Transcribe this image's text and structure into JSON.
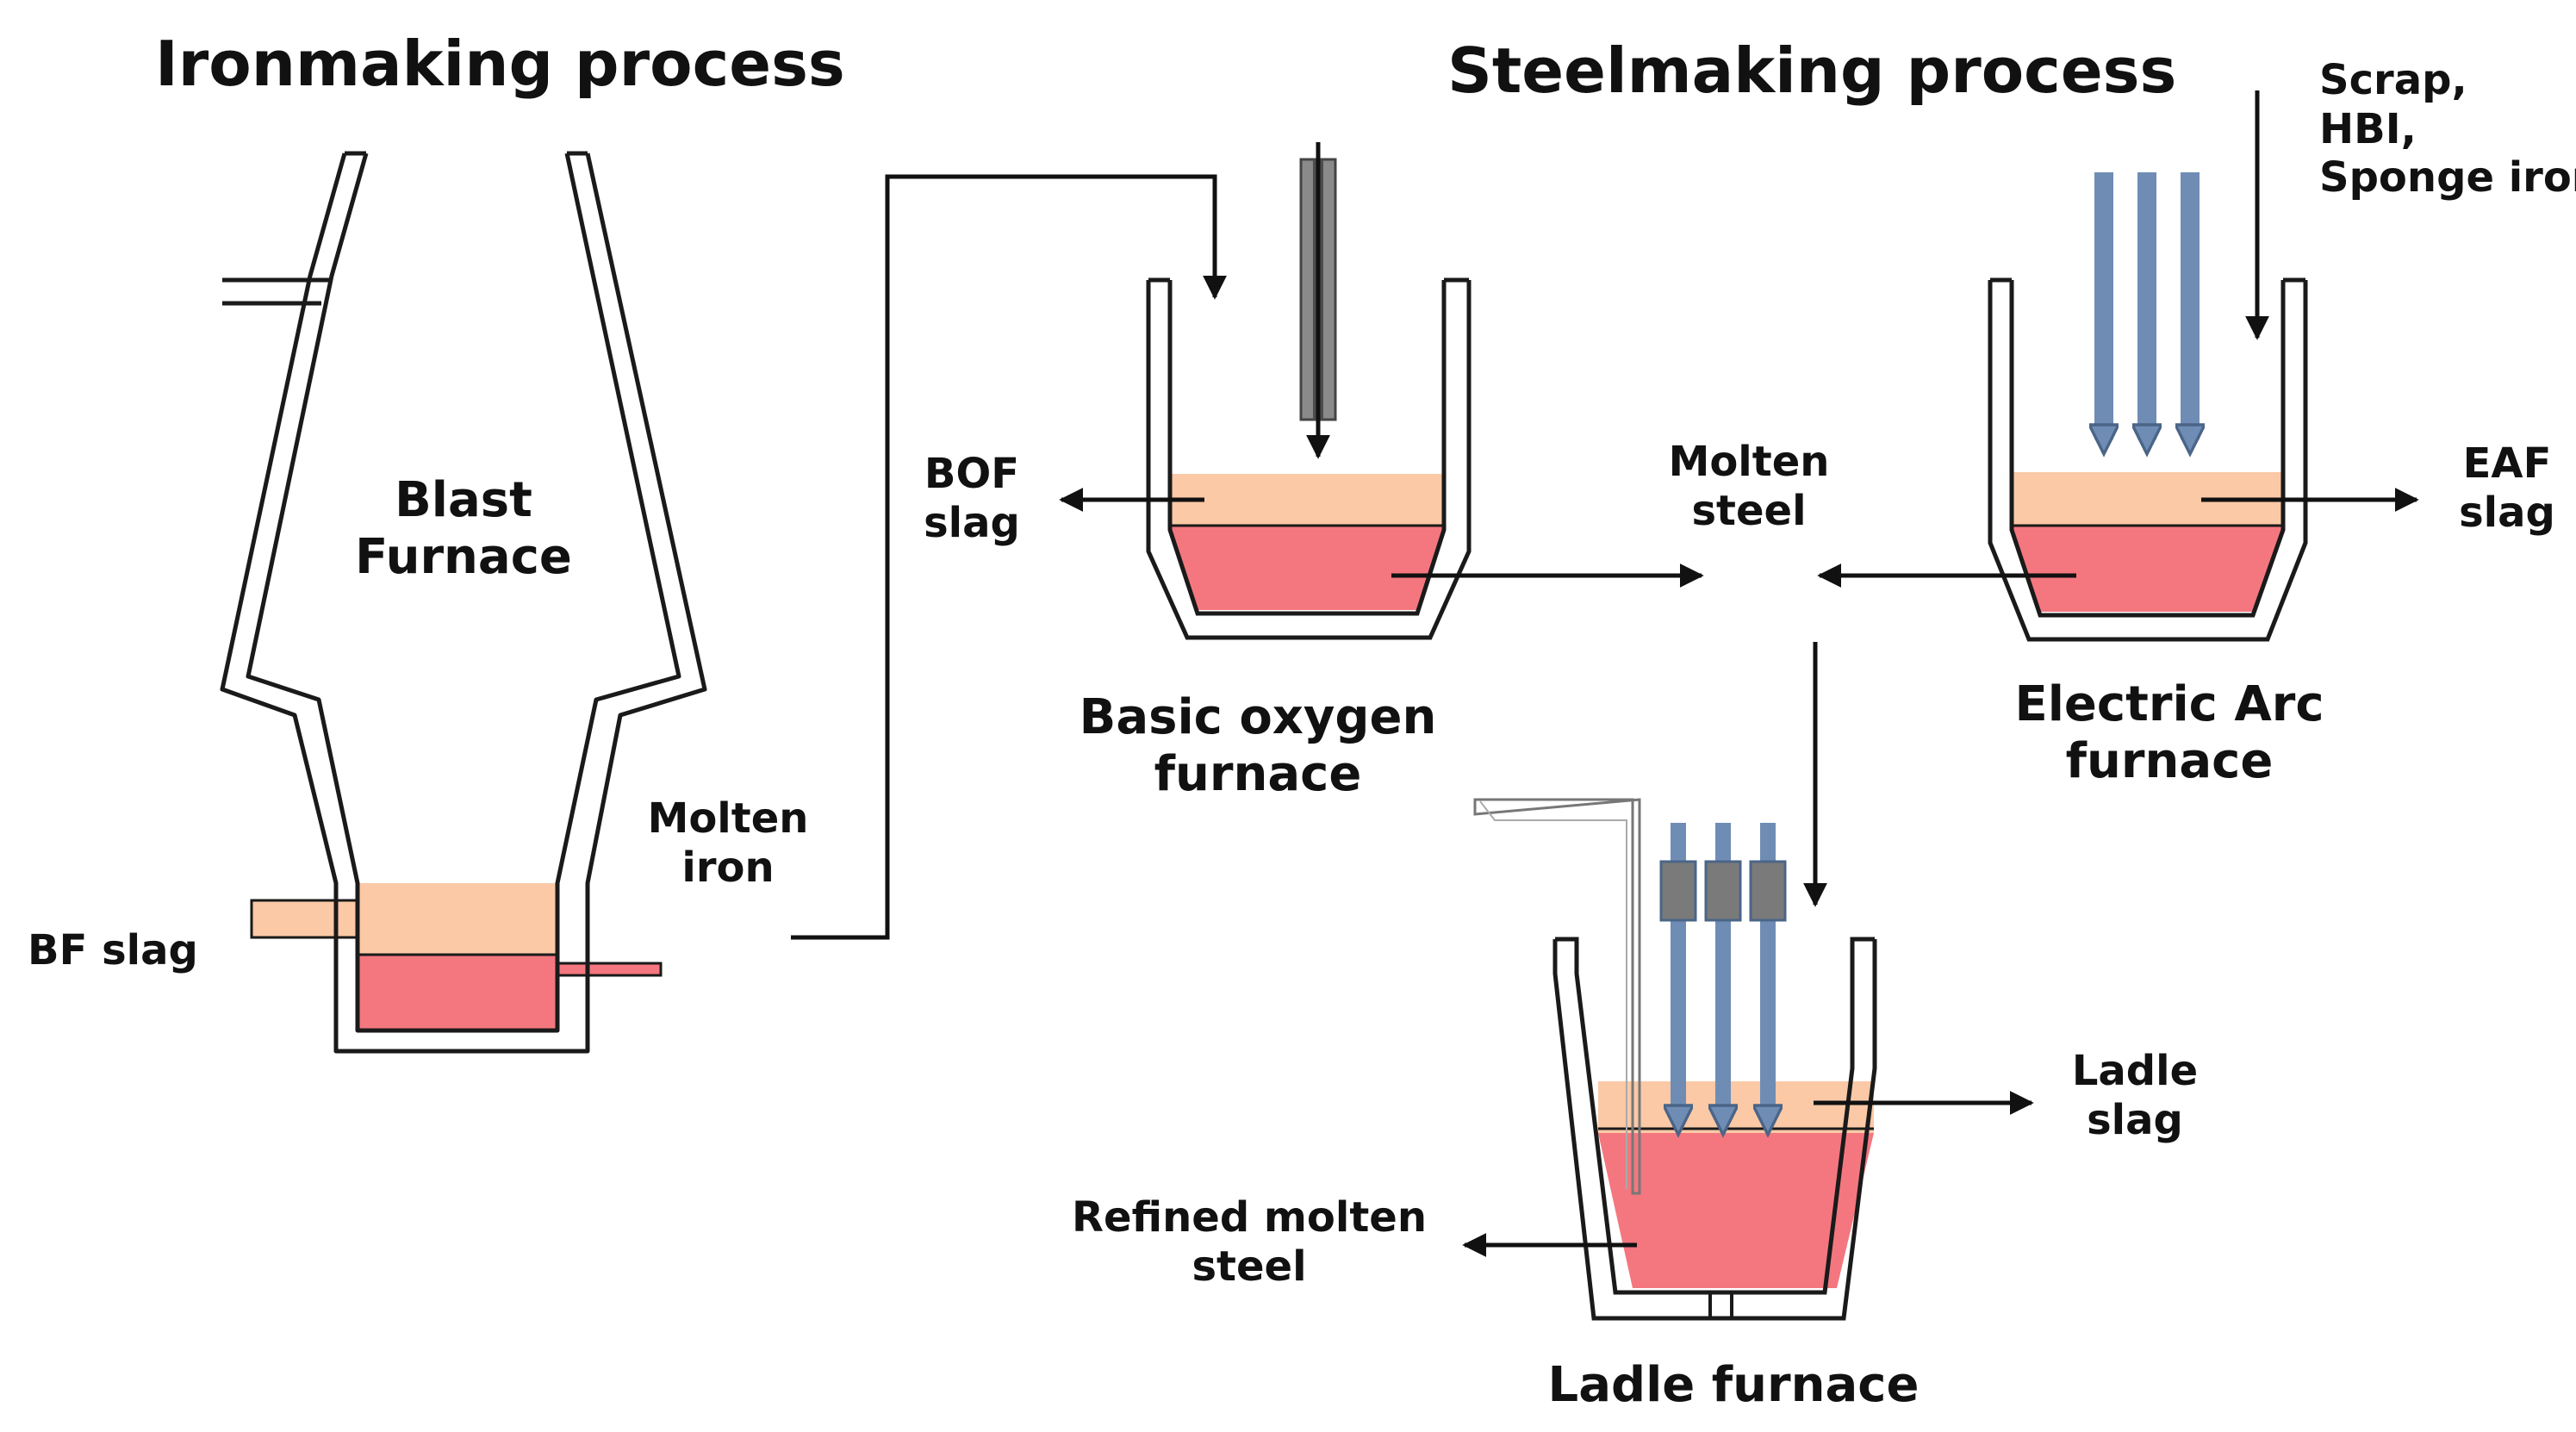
{
  "titles": {
    "ironmaking": "Ironmaking process",
    "steelmaking": "Steelmaking process"
  },
  "labels": {
    "blast_furnace": [
      "Blast",
      "Furnace"
    ],
    "bf_slag": "BF slag",
    "molten_iron": [
      "Molten",
      "iron"
    ],
    "bof_slag": [
      "BOF",
      "slag"
    ],
    "basic_oxygen_furnace": [
      "Basic oxygen",
      "furnace"
    ],
    "molten_steel": [
      "Molten",
      "steel"
    ],
    "electric_arc_furnace": [
      "Electric Arc",
      "furnace"
    ],
    "eaf_slag": [
      "EAF",
      "slag"
    ],
    "eaf_inputs": [
      "Scrap,",
      "HBI,",
      "Sponge iron"
    ],
    "ladle_slag": [
      "Ladle",
      "slag"
    ],
    "refined_molten_steel": [
      "Refined molten",
      "steel"
    ],
    "ladle_furnace": "Ladle furnace"
  },
  "colors": {
    "slag": "#fbc9a6",
    "molten_metal": "#f4777f",
    "furnace_wall": "#1a1a1a",
    "electrode_blue": "#6f8db4",
    "electrode_grey": "#7a7a7a",
    "arrow": "#111111"
  }
}
